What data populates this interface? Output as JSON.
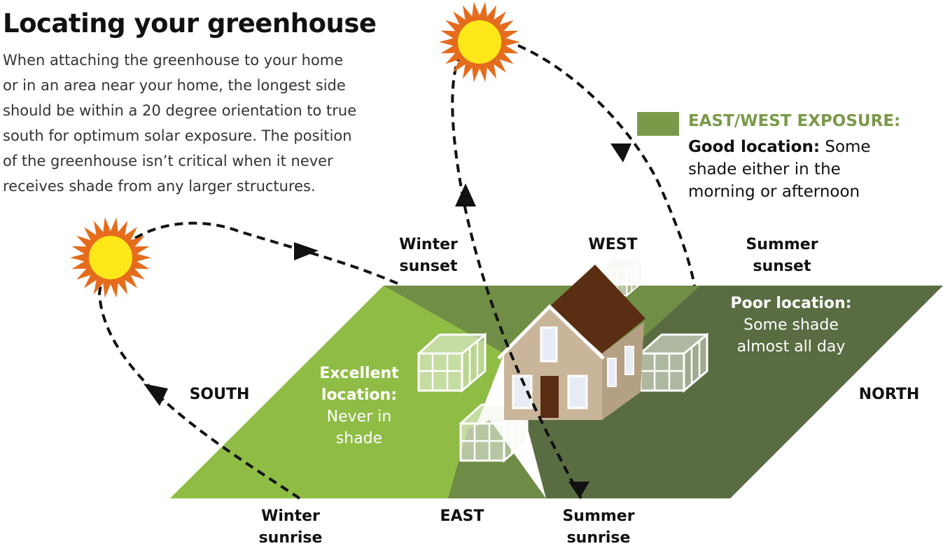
{
  "title": "Locating your greenhouse",
  "intro": [
    "When attaching the greenhouse to your home",
    "or in an area near your home, the longest side",
    "should be within a 20 degree orientation to true",
    "south for optimum solar exposure. The position",
    "of the greenhouse isn’t critical when it never",
    "receives shade from any larger structures."
  ],
  "legend": {
    "heading": "EAST/WEST EXPOSURE:",
    "good_label": "Good location:",
    "good_text_1": " Some",
    "good_text_2": "shade either in the",
    "good_text_3": "morning or afternoon",
    "swatch_color": "#7a9a4a"
  },
  "directions": {
    "south": "SOUTH",
    "north": "NORTH",
    "east": "EAST",
    "west": "WEST"
  },
  "sun_events": {
    "winter_sunset": [
      "Winter",
      "sunset"
    ],
    "summer_sunset": [
      "Summer",
      "sunset"
    ],
    "winter_sunrise": [
      "Winter",
      "sunrise"
    ],
    "summer_sunrise": [
      "Summer",
      "sunrise"
    ]
  },
  "zones": {
    "excellent": [
      "Excellent",
      "location:",
      "Never in",
      "shade"
    ],
    "poor": [
      "Poor location:",
      "Some shade",
      "almost all day"
    ]
  },
  "colors": {
    "excellent_zone": "#8fbc45",
    "east_west_zone": "#6e8c45",
    "poor_zone": "#5a6c42",
    "sun_core": "#ffe81a",
    "sun_rays": "#e56c1c",
    "roof": "#5a2e12",
    "house_wall": "#c9b59a"
  }
}
